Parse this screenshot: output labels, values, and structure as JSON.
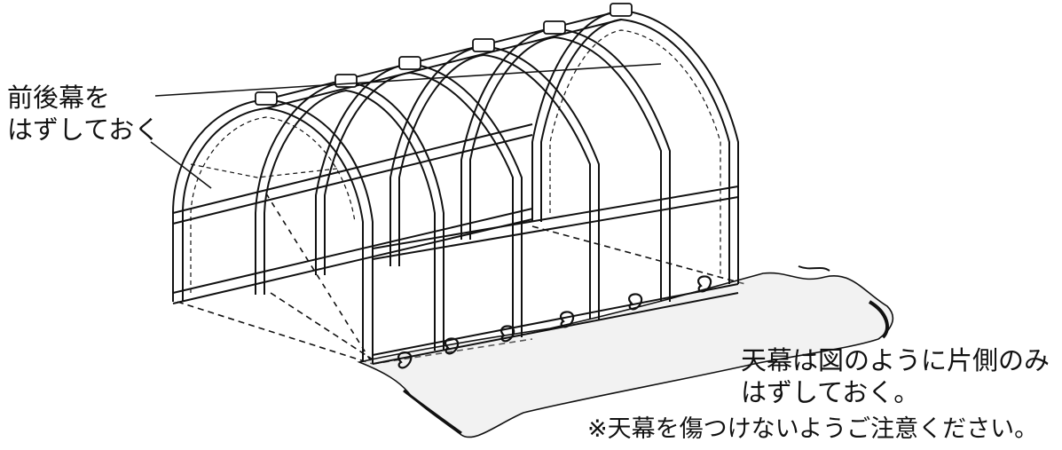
{
  "labels": {
    "end_curtain": {
      "line1": "前後幕を",
      "line2": "はずしておく"
    },
    "roof_cover": {
      "line1": "天幕は図のように片側のみ",
      "line2": "はずしておく。"
    },
    "caution": "※天幕を傷つけないようご注意ください。"
  },
  "colors": {
    "line": "#111111",
    "background": "#ffffff",
    "cover_shade": "#d9d9d9"
  }
}
